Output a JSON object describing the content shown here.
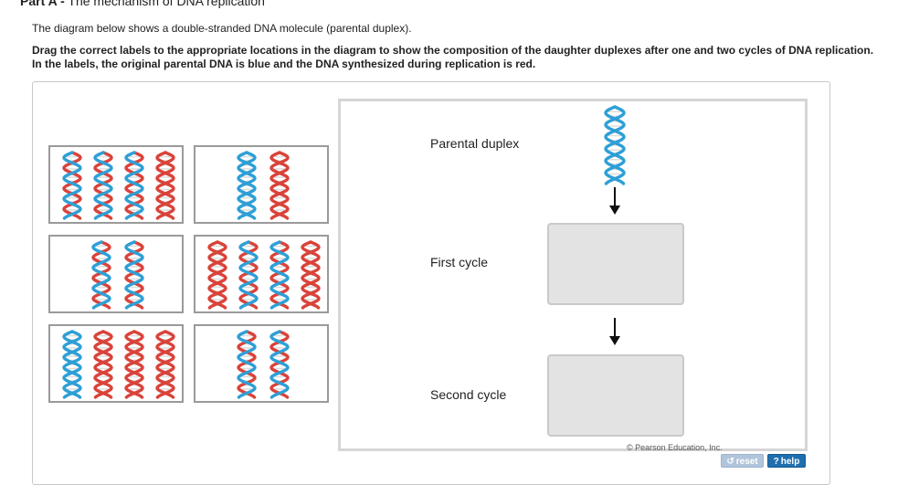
{
  "part": {
    "prefix": "Part A -",
    "title": "The mechanism of DNA replication"
  },
  "intro": "The diagram below shows a double-stranded DNA molecule (parental duplex).",
  "instructions": "Drag the correct labels to the appropriate locations in the diagram to show the composition of the daughter duplexes after one and two cycles of DNA replication. In the labels, the original parental DNA is blue and the DNA synthesized during replication is red.",
  "colors": {
    "parental_strand": "#2e9fd6",
    "new_strand": "#d9433a",
    "rung": "#dddddd"
  },
  "labels": [
    {
      "id": "label-1",
      "helices": [
        [
          "red",
          "blue"
        ],
        [
          "red",
          "blue"
        ],
        [
          "red",
          "blue"
        ],
        [
          "red",
          "red"
        ]
      ]
    },
    {
      "id": "label-2",
      "helices": [
        [
          "blue",
          "blue"
        ],
        [
          "red",
          "red"
        ]
      ]
    },
    {
      "id": "label-3",
      "helices": [
        [
          "red",
          "blue"
        ],
        [
          "red",
          "blue"
        ]
      ]
    },
    {
      "id": "label-4",
      "helices": [
        [
          "red",
          "red"
        ],
        [
          "red",
          "blue"
        ],
        [
          "red",
          "blue"
        ],
        [
          "red",
          "red"
        ]
      ]
    },
    {
      "id": "label-5",
      "helices": [
        [
          "blue",
          "blue"
        ],
        [
          "red",
          "red"
        ],
        [
          "red",
          "red"
        ],
        [
          "red",
          "red"
        ]
      ]
    },
    {
      "id": "label-6",
      "helices": [
        [
          "red",
          "blue"
        ],
        [
          "red",
          "blue"
        ]
      ]
    }
  ],
  "diagram": {
    "parental_label": "Parental duplex",
    "first_label": "First cycle",
    "second_label": "Second cycle",
    "parental_helix": [
      "blue",
      "blue"
    ],
    "arrow_icon": "down-arrow-icon"
  },
  "copyright": "© Pearson Education, Inc.",
  "buttons": {
    "reset_label": "reset",
    "help_label": "help",
    "reset_icon": "reset-icon",
    "help_icon": "help-icon"
  }
}
